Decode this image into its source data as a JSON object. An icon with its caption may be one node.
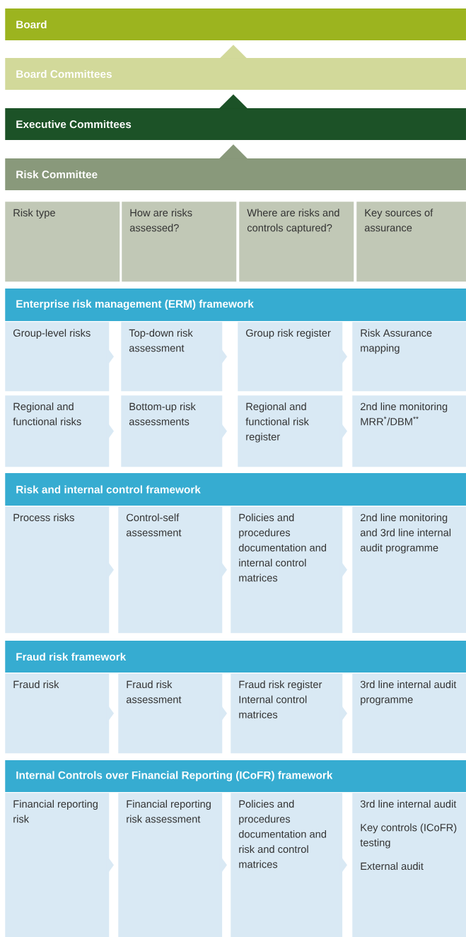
{
  "diagram": {
    "nodes": [
      {
        "text": [
          "Board"
        ]
      },
      {
        "text": [
          "Board Committees"
        ]
      },
      {
        "text": [
          "Executive Committees"
        ]
      },
      {
        "text": [
          "Risk Committee"
        ]
      },
      {
        "text": [
          "Risk type"
        ]
      },
      {
        "text": [
          "How are risks assessed?"
        ]
      },
      {
        "text": [
          "Where are risks and controls captured?"
        ]
      },
      {
        "text": [
          "Key sources of assurance"
        ]
      },
      {
        "text": [
          "Enterprise risk management (ERM) framework"
        ]
      },
      {
        "text": [
          "Group-level risks"
        ]
      },
      {
        "text": [
          "Top-down risk assessment"
        ]
      },
      {
        "text": [
          "Group risk register"
        ]
      },
      {
        "text": [
          "Risk Assurance mapping"
        ]
      },
      {
        "text": [
          "Regional and functional risks"
        ]
      },
      {
        "text": [
          "Bottom-up risk assessments"
        ]
      },
      {
        "text": [
          "Regional and functional risk register"
        ]
      },
      {
        "text": [
          "2nd line monitoring MRR$^{*}$/DBM$^{**}$"
        ]
      },
      {
        "text": [
          "Risk and internal control framework"
        ]
      },
      {
        "text": [
          "Process risks"
        ]
      },
      {
        "text": [
          "Control-self assessment"
        ]
      },
      {
        "text": [
          "Policies and procedures documentation and internal control matrices"
        ]
      },
      {
        "text": [
          "2nd line monitoring and 3rd line internal audit programme"
        ]
      },
      {
        "text": [
          "Fraud risk framework"
        ]
      },
      {
        "text": [
          "Fraud risk"
        ]
      },
      {
        "text": [
          "Fraud risk assessment"
        ]
      },
      {
        "text": [
          "Fraud risk register Internal control matrices"
        ]
      },
      {
        "text": [
          "3rd line internal audit programme"
        ]
      },
      {
        "text": [
          "Internal Controls over Financial Reporting (ICoFR) framework"
        ]
      },
      {
        "text": [
          "Financial reporting risk"
        ]
      },
      {
        "text": [
          "Financial reporting risk assessment"
        ]
      },
      {
        "text": [
          "Policies and procedures documentation and risk and control matrices"
        ]
      },
      {
        "text": [
          "3rd line internal audit",
          "Key controls (ICoFR) testing",
          "External audit"
        ]
      }
    ],
    "edges": [
      {
        "from": 1,
        "to": 0,
        "arrow": "to",
        "color": "#d2d99a"
      },
      {
        "from": 2,
        "to": 1,
        "arrow": "to",
        "color": "#1c5227"
      },
      {
        "from": 3,
        "to": 2,
        "arrow": "to",
        "color": "#89997b"
      },
      {
        "from": 9,
        "to": 10,
        "arrow": "to"
      },
      {
        "from": 10,
        "to": 11,
        "arrow": "to"
      },
      {
        "from": 11,
        "to": 12,
        "arrow": "to"
      },
      {
        "from": 13,
        "to": 14,
        "arrow": "to"
      },
      {
        "from": 14,
        "to": 15,
        "arrow": "to"
      },
      {
        "from": 15,
        "to": 16,
        "arrow": "to"
      },
      {
        "from": 18,
        "to": 19,
        "arrow": "to"
      },
      {
        "from": 19,
        "to": 20,
        "arrow": "to"
      },
      {
        "from": 20,
        "to": 21,
        "arrow": "to"
      },
      {
        "from": 23,
        "to": 24,
        "arrow": "to"
      },
      {
        "from": 24,
        "to": 25,
        "arrow": "to"
      },
      {
        "from": 25,
        "to": 26,
        "arrow": "to"
      },
      {
        "from": 28,
        "to": 29,
        "arrow": "to"
      },
      {
        "from": 29,
        "to": 30,
        "arrow": "to"
      },
      {
        "from": 30,
        "to": 31,
        "arrow": "to"
      }
    ]
  }
}
